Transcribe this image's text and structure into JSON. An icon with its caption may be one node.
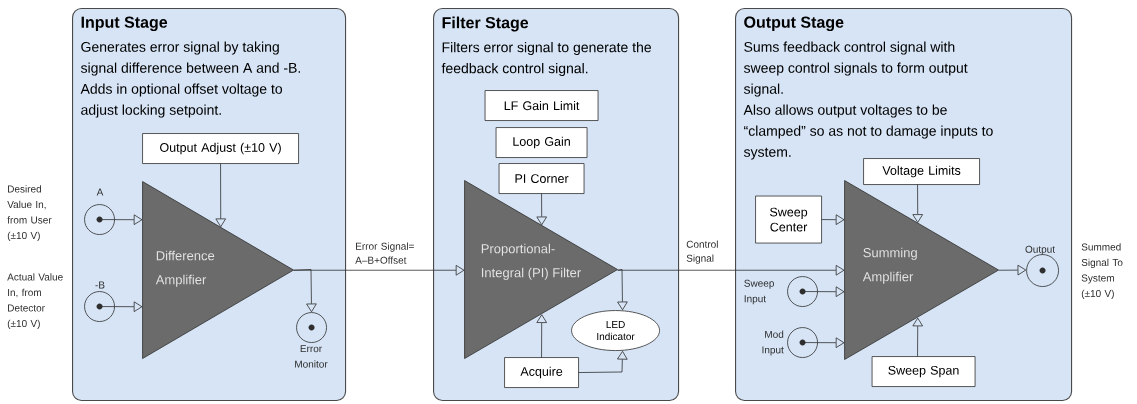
{
  "diagram": {
    "nodes": [
      {
        "text": [
          "Input Stage",
          "Generates error signal by taking signal difference between A and -B. Adds in optional offset voltage to adjust locking setpoint."
        ]
      },
      {
        "text": [
          "Output Adjust (±10 V)"
        ],
        "in": 0
      },
      {
        "text": [],
        "shape": "circle",
        "in": 0,
        "beside": [
          "A",
          "Desired Value In, from User (±10 V)"
        ]
      },
      {
        "text": [],
        "shape": "circle",
        "in": 0,
        "beside": [
          "-B",
          "Actual Value In, from Detector (±10 V)"
        ]
      },
      {
        "text": [
          "Difference Amplifier"
        ],
        "in": 0
      },
      {
        "text": [],
        "shape": "circle",
        "in": 0,
        "beside": [
          "Error Monitor"
        ]
      },
      {
        "text": [
          "Filter Stage",
          "Filters error signal to generate the feedback control signal."
        ]
      },
      {
        "text": [
          "LF Gain Limit"
        ],
        "in": 6
      },
      {
        "text": [
          "Loop Gain"
        ],
        "in": 6
      },
      {
        "text": [
          "PI Corner"
        ],
        "in": 6
      },
      {
        "text": [
          "Proportional-Integral (PI) Filter"
        ],
        "in": 6
      },
      {
        "text": [
          "LED Indicator"
        ],
        "in": 6
      },
      {
        "text": [
          "Acquire"
        ],
        "in": 6
      },
      {
        "text": [
          "Output Stage",
          "Sums feedback control signal with sweep control signals to form output signal.",
          "Also allows output voltages to be “clamped” so as not to damage inputs to system."
        ]
      },
      {
        "text": [
          "Voltage Limits"
        ],
        "in": 13
      },
      {
        "text": [
          "Sweep Center"
        ],
        "in": 13
      },
      {
        "text": [],
        "shape": "circle",
        "in": 13,
        "beside": [
          "Sweep Input"
        ]
      },
      {
        "text": [],
        "shape": "circle",
        "in": 13,
        "beside": [
          "Mod Input"
        ]
      },
      {
        "text": [
          "Summing Amplifier"
        ],
        "in": 13
      },
      {
        "text": [
          "Sweep Span"
        ],
        "in": 13
      },
      {
        "text": [],
        "shape": "circle",
        "in": 13,
        "beside": [
          "Output",
          "Summed Signal To System (±10 V)"
        ]
      }
    ],
    "edges": [
      {
        "from": 1,
        "to": 4,
        "arrow": "to"
      },
      {
        "from": 2,
        "to": 4,
        "arrow": "to"
      },
      {
        "from": 3,
        "to": 4,
        "arrow": "to"
      },
      {
        "from": 4,
        "to": 10,
        "arrow": "to",
        "label": "Error Signal= A–B+Offset"
      },
      {
        "from": 4,
        "to": 5,
        "arrow": "to"
      },
      {
        "from": 9,
        "to": 10,
        "arrow": "to"
      },
      {
        "from": 12,
        "to": 10,
        "arrow": "to"
      },
      {
        "from": 12,
        "to": 11,
        "arrow": "to"
      },
      {
        "from": 10,
        "to": 11,
        "arrow": "to"
      },
      {
        "from": 10,
        "to": 18,
        "arrow": "to",
        "label": "Control Signal"
      },
      {
        "from": 14,
        "to": 18,
        "arrow": "to"
      },
      {
        "from": 15,
        "to": 18,
        "arrow": "to"
      },
      {
        "from": 16,
        "to": 18,
        "arrow": "to"
      },
      {
        "from": 17,
        "to": 18,
        "arrow": "to"
      },
      {
        "from": 19,
        "to": 18,
        "arrow": "to"
      },
      {
        "from": 18,
        "to": 20,
        "arrow": "to"
      }
    ]
  }
}
